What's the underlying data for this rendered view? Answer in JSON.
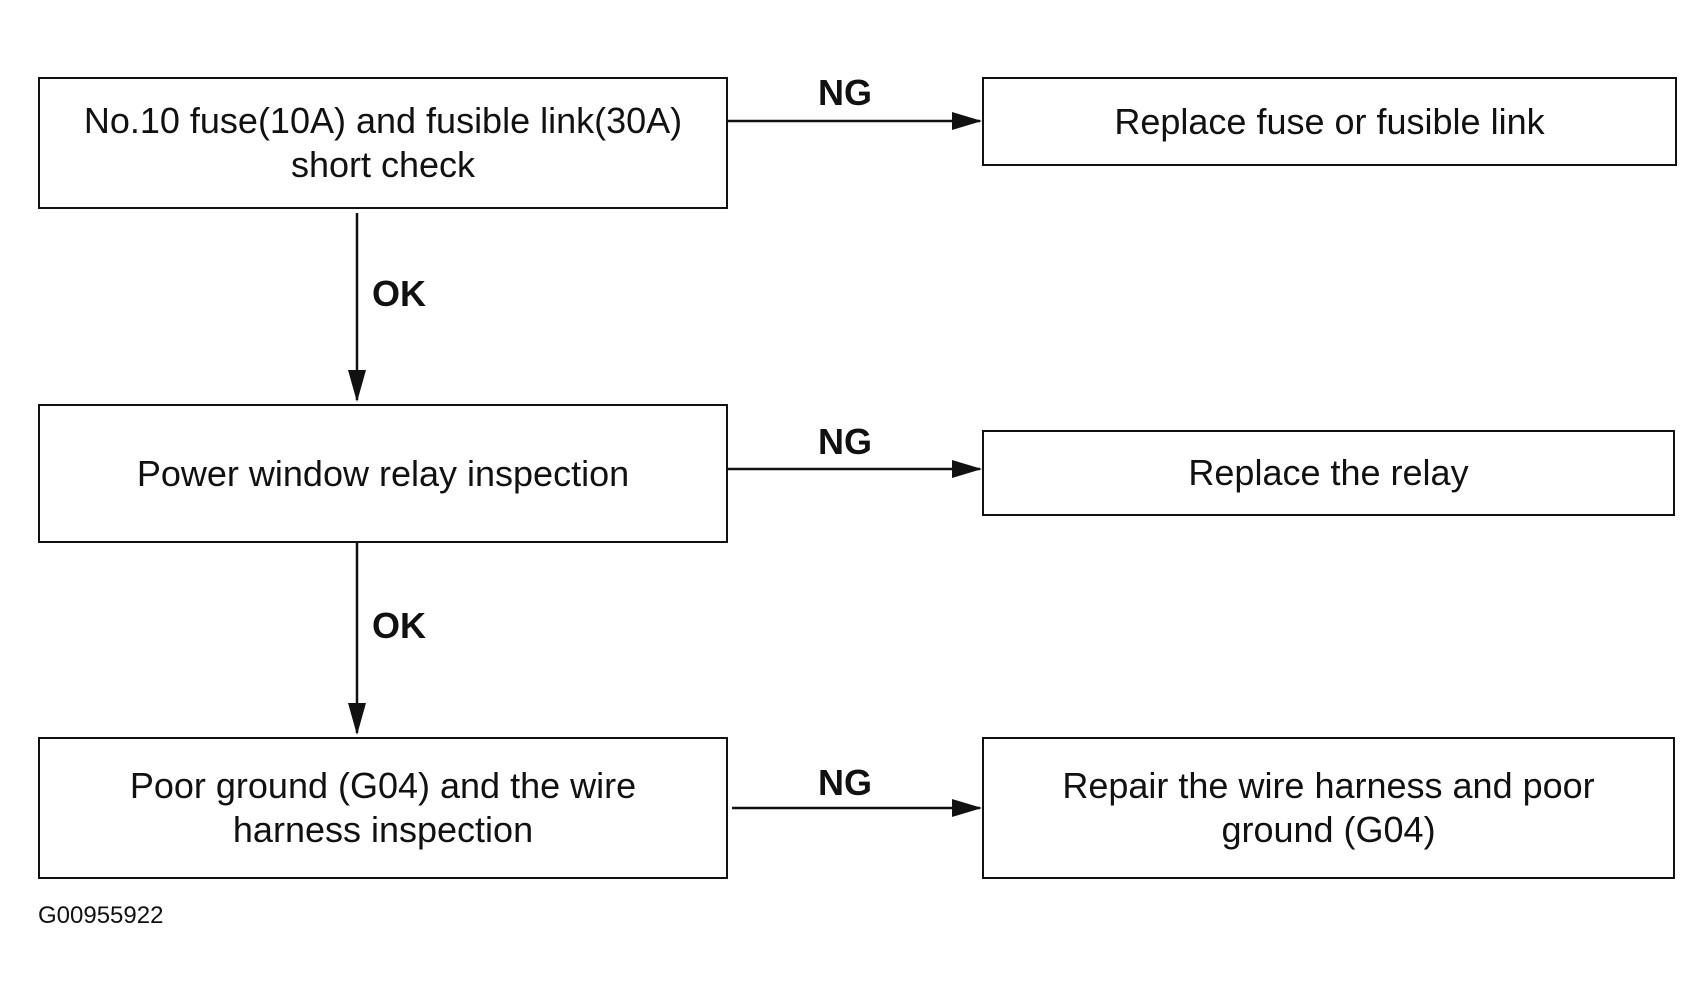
{
  "boxes": {
    "fuse_check": {
      "line1": "No.10 fuse(10A) and fusible link(30A)",
      "line2": "short check"
    },
    "relay_check": {
      "line1": "Power window relay inspection"
    },
    "ground_check": {
      "line1": "Poor ground (G04) and the wire",
      "line2": "harness inspection"
    },
    "fuse_action": {
      "line1": "Replace fuse or fusible link"
    },
    "relay_action": {
      "line1": "Replace the relay"
    },
    "ground_action": {
      "line1": "Repair the wire harness and poor",
      "line2": "ground (G04)"
    }
  },
  "edges": {
    "ng_label": "NG",
    "ok_label": "OK"
  },
  "figure_code": "G00955922",
  "colors": {
    "line": "#111111",
    "background": "#ffffff"
  }
}
